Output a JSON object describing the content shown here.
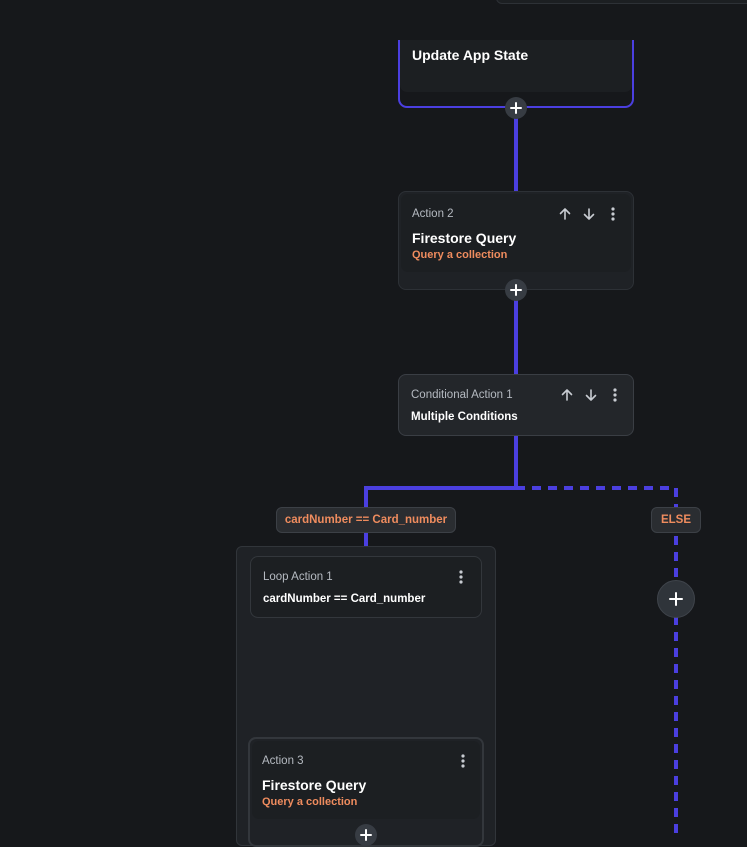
{
  "nodes": {
    "update_app_state": {
      "title": "Update App State"
    },
    "action2": {
      "label": "Action 2",
      "title": "Firestore Query",
      "subtitle": "Query a collection"
    },
    "conditional1": {
      "label": "Conditional Action 1",
      "title": "Multiple Conditions"
    },
    "true_branch": {
      "condition": "cardNumber  ==  Card_number"
    },
    "else_branch": {
      "label": "ELSE"
    },
    "loop1": {
      "label": "Loop Action 1",
      "title": "cardNumber  ==  Card_number"
    },
    "action3": {
      "label": "Action 3",
      "title": "Firestore Query",
      "subtitle": "Query a collection"
    }
  },
  "icons": {
    "add": "plus-icon",
    "move_up": "arrow-up-icon",
    "move_down": "arrow-down-icon",
    "more": "more-vertical-icon"
  },
  "colors": {
    "background": "#16181b",
    "card": "#1c1f22",
    "connector": "#4b3fe0",
    "selected_border": "#4b3fe0",
    "accent_text": "#ef8c5e"
  }
}
